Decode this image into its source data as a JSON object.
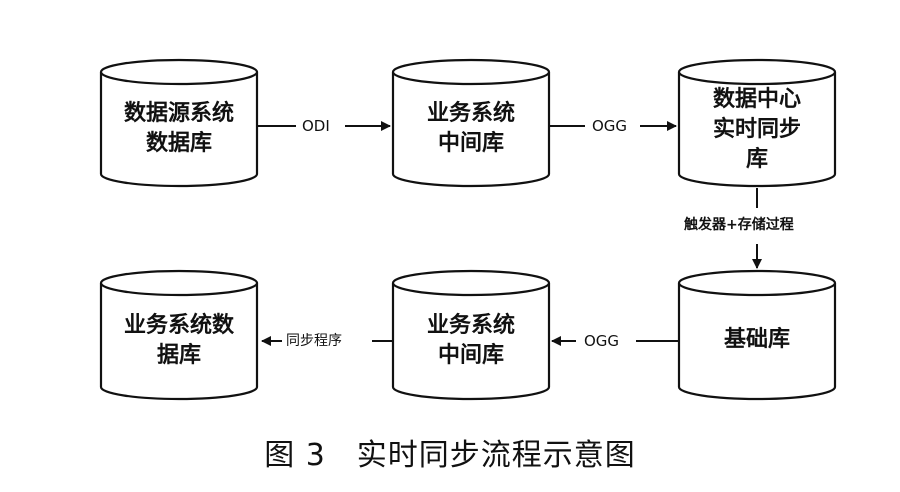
{
  "nodes": {
    "source_db": [
      "数据源系统",
      "数据库"
    ],
    "biz_mid_top": [
      "业务系统",
      "中间库"
    ],
    "dc_sync": [
      "数据中心",
      "实时同步",
      "库"
    ],
    "base_db": [
      "基础库"
    ],
    "biz_mid_bottom": [
      "业务系统",
      "中间库"
    ],
    "biz_db": [
      "业务系统数",
      "据库"
    ]
  },
  "edges": {
    "odi": "ODI",
    "ogg_top": "OGG",
    "trigger": "触发器+存储过程",
    "ogg_bottom": "OGG",
    "sync_program": "同步程序"
  },
  "caption": "图 3　实时同步流程示意图"
}
